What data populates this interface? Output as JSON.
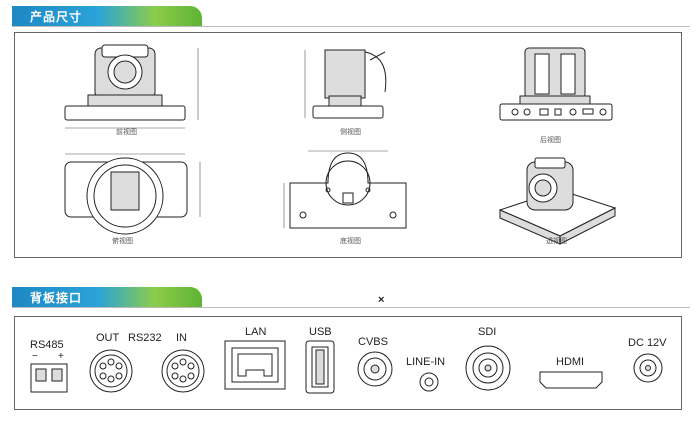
{
  "section1": {
    "title": "产品尺寸"
  },
  "section2": {
    "title": "背板接口"
  },
  "marker": "×",
  "views": [
    {
      "caption": "前视图"
    },
    {
      "caption": "侧视图"
    },
    {
      "caption": "后视图"
    },
    {
      "caption": "俯视图"
    },
    {
      "caption": "底视图"
    },
    {
      "caption": "透视图"
    }
  ],
  "ports": {
    "rs485": "RS485",
    "rs485_minus": "−",
    "rs485_plus": "+",
    "out": "OUT",
    "rs232": "RS232",
    "in": "IN",
    "lan": "LAN",
    "usb": "USB",
    "cvbs": "CVBS",
    "line_in": "LINE-IN",
    "sdi": "SDI",
    "hdmi": "HDMI",
    "dc12v": "DC 12V"
  }
}
